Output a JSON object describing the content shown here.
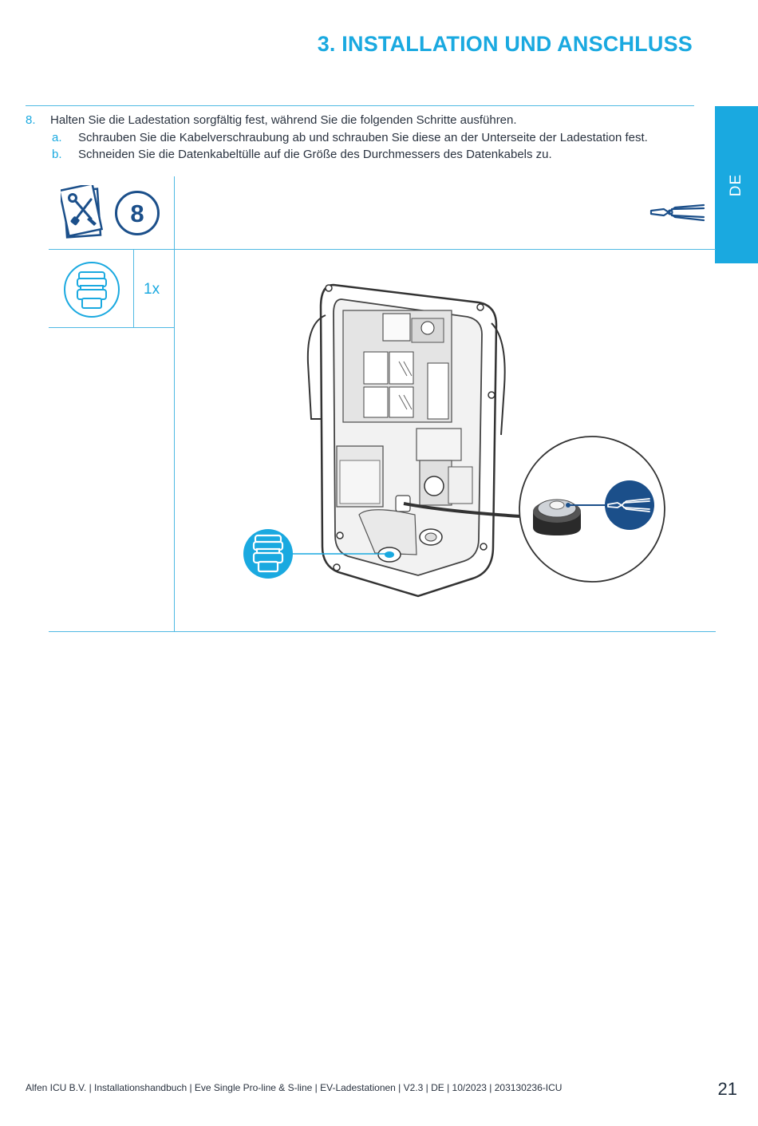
{
  "header": {
    "title": "3. INSTALLATION UND ANSCHLUSS"
  },
  "side_tab": {
    "label": "DE"
  },
  "step": {
    "number": "8.",
    "text": "Halten Sie die Ladestation sorgfältig fest, während Sie die folgenden Schritte ausführen.",
    "substeps": [
      {
        "letter": "a.",
        "text": "Schrauben Sie die Kabelverschraubung ab und schrauben Sie diese an der Unterseite der Ladestation fest."
      },
      {
        "letter": "b.",
        "text": "Schneiden Sie die Datenkabeltülle auf die Größe des Durchmessers des Datenkabels zu."
      }
    ]
  },
  "instruction_panel": {
    "step_badge": "8",
    "part_quantity": "1x",
    "icons": [
      "tools-manual-icon",
      "pliers-icon",
      "cable-gland-icon",
      "grommet-detail-icon"
    ]
  },
  "colors": {
    "accent": "#1aa9e0",
    "dark_blue": "#1b4f8a",
    "rule": "#4fb9e3"
  },
  "footer": {
    "text": "Alfen ICU B.V. | Installationshandbuch | Eve Single Pro-line & S-line | EV-Ladestationen  | V2.3 | DE | 10/2023 | 203130236-ICU",
    "page_number": "21"
  }
}
